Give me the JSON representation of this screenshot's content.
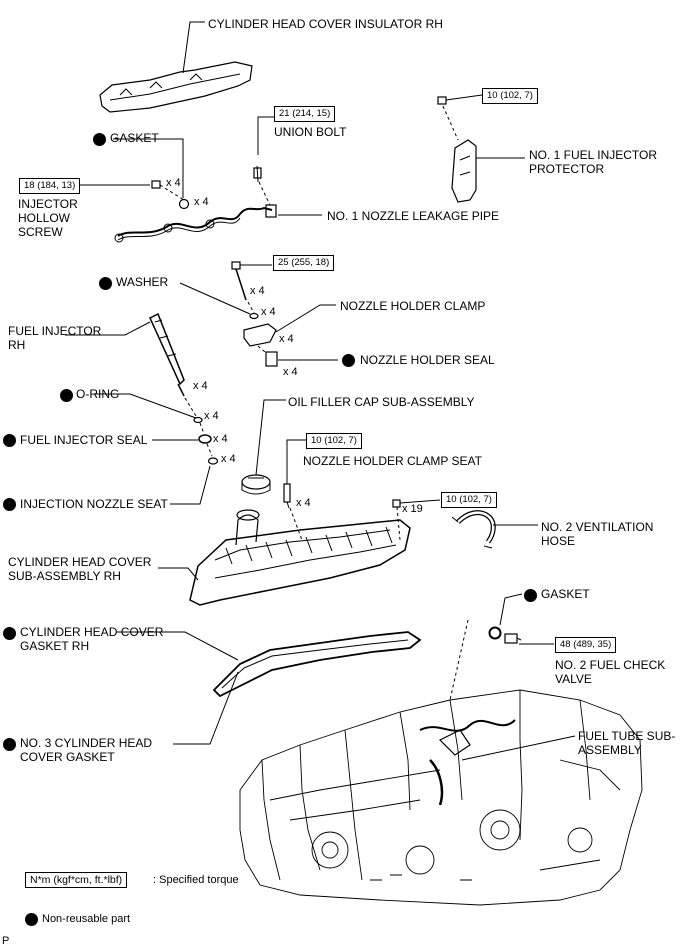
{
  "labels": {
    "cyl_head_cover_insulator": "CYLINDER HEAD COVER INSULATOR RH",
    "union_bolt": "UNION BOLT",
    "gasket_top": "GASKET",
    "no1_fuel_injector_protector_1": "NO. 1 FUEL INJECTOR",
    "no1_fuel_injector_protector_2": "PROTECTOR",
    "injector_hollow_screw_1": "INJECTOR",
    "injector_hollow_screw_2": "HOLLOW",
    "injector_hollow_screw_3": "SCREW",
    "no1_nozzle_leakage_pipe": "NO. 1 NOZZLE LEAKAGE PIPE",
    "washer": "WASHER",
    "nozzle_holder_clamp": "NOZZLE HOLDER CLAMP",
    "fuel_injector_rh_1": "FUEL INJECTOR",
    "fuel_injector_rh_2": "RH",
    "nozzle_holder_seal": "NOZZLE HOLDER SEAL",
    "o_ring": "O-RING",
    "oil_filler_cap": "OIL FILLER CAP SUB-ASSEMBLY",
    "fuel_injector_seal": "FUEL INJECTOR SEAL",
    "nozzle_holder_clamp_seat": "NOZZLE HOLDER CLAMP SEAT",
    "injection_nozzle_seat": "INJECTION NOZZLE SEAT",
    "no2_ventilation_hose_1": "NO. 2 VENTILATION",
    "no2_ventilation_hose_2": "HOSE",
    "cyl_head_cover_subassy_1": "CYLINDER HEAD COVER",
    "cyl_head_cover_subassy_2": "SUB-ASSEMBLY RH",
    "gasket_right": "GASKET",
    "cyl_head_cover_gasket_1": "CYLINDER HEAD COVER",
    "cyl_head_cover_gasket_2": "GASKET RH",
    "no2_fuel_check_valve_1": "NO. 2 FUEL CHECK",
    "no2_fuel_check_valve_2": "VALVE",
    "no3_cyl_head_cover_gasket_1": "NO. 3 CYLINDER HEAD",
    "no3_cyl_head_cover_gasket_2": "COVER GASKET",
    "fuel_tube_subassy_1": "FUEL TUBE SUB-",
    "fuel_tube_subassy_2": "ASSEMBLY"
  },
  "torques": {
    "union_bolt": "21 (214, 15)",
    "protector_bolt": "10 (102, 7)",
    "hollow_screw": "18 (184, 13)",
    "clamp_bolt": "25 (255, 18)",
    "clamp_seat": "10 (102, 7)",
    "hose_bolt": "10 (102, 7)",
    "check_valve": "48 (489, 35)"
  },
  "counts": {
    "hollow_screw": "x 4",
    "gasket_top": "x 4",
    "clamp_bolt": "x 4",
    "washer": "x 4",
    "clamp": "x 4",
    "holder_seal": "x 4",
    "injector": "x 4",
    "o_ring": "x 4",
    "injector_seal": "x 4",
    "nozzle_seat": "x 4",
    "clamp_seat": "x 4",
    "hose_bolt": "x 19"
  },
  "legend": {
    "torque_box": "N*m (kgf*cm, ft.*lbf)",
    "torque_desc": ": Specified torque",
    "nonreusable": "Non-reusable part"
  },
  "footer": {
    "code": "P"
  },
  "colors": {
    "line": "#000000",
    "background": "#ffffff",
    "nonreusable_dot": "#000000"
  }
}
